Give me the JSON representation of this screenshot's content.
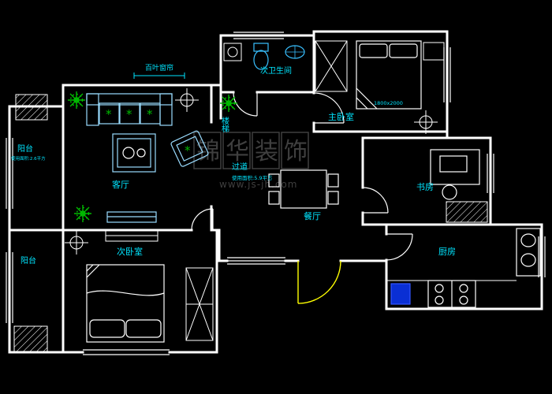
{
  "colors": {
    "background": "#000000",
    "wall": "#ffffff",
    "label": "#00e5ff",
    "plant": "#00bb00",
    "entry_door": "#ffff00",
    "watermark": "#3f3f3f",
    "fixture": "#39c0ff",
    "sofa": "#9adcff",
    "appliance_blue": "#0a2fd4"
  },
  "rooms": {
    "living": {
      "label": "客厅"
    },
    "master_bedroom": {
      "label": "主卧室",
      "dim": "1800x2000"
    },
    "second_bedroom": {
      "label": "次卧室"
    },
    "bathroom": {
      "label": "次卫生间"
    },
    "dining": {
      "label": "餐厅"
    },
    "study": {
      "label": "书房"
    },
    "kitchen": {
      "label": "厨房"
    },
    "hallway": {
      "label": "过道",
      "area": "使用面积:5.9平方"
    },
    "stairs": {
      "label": "楼梯"
    },
    "balcony_top": {
      "label": "阳台",
      "area": "使用面积:2.6平方"
    },
    "balcony_bottom": {
      "label": "阳台"
    },
    "blinds_note": {
      "label": "百叶窗帘"
    }
  },
  "watermark": {
    "brand": "锦华装饰",
    "url": "www.js-jh.com"
  },
  "icons": {
    "cushion_star": "*"
  }
}
